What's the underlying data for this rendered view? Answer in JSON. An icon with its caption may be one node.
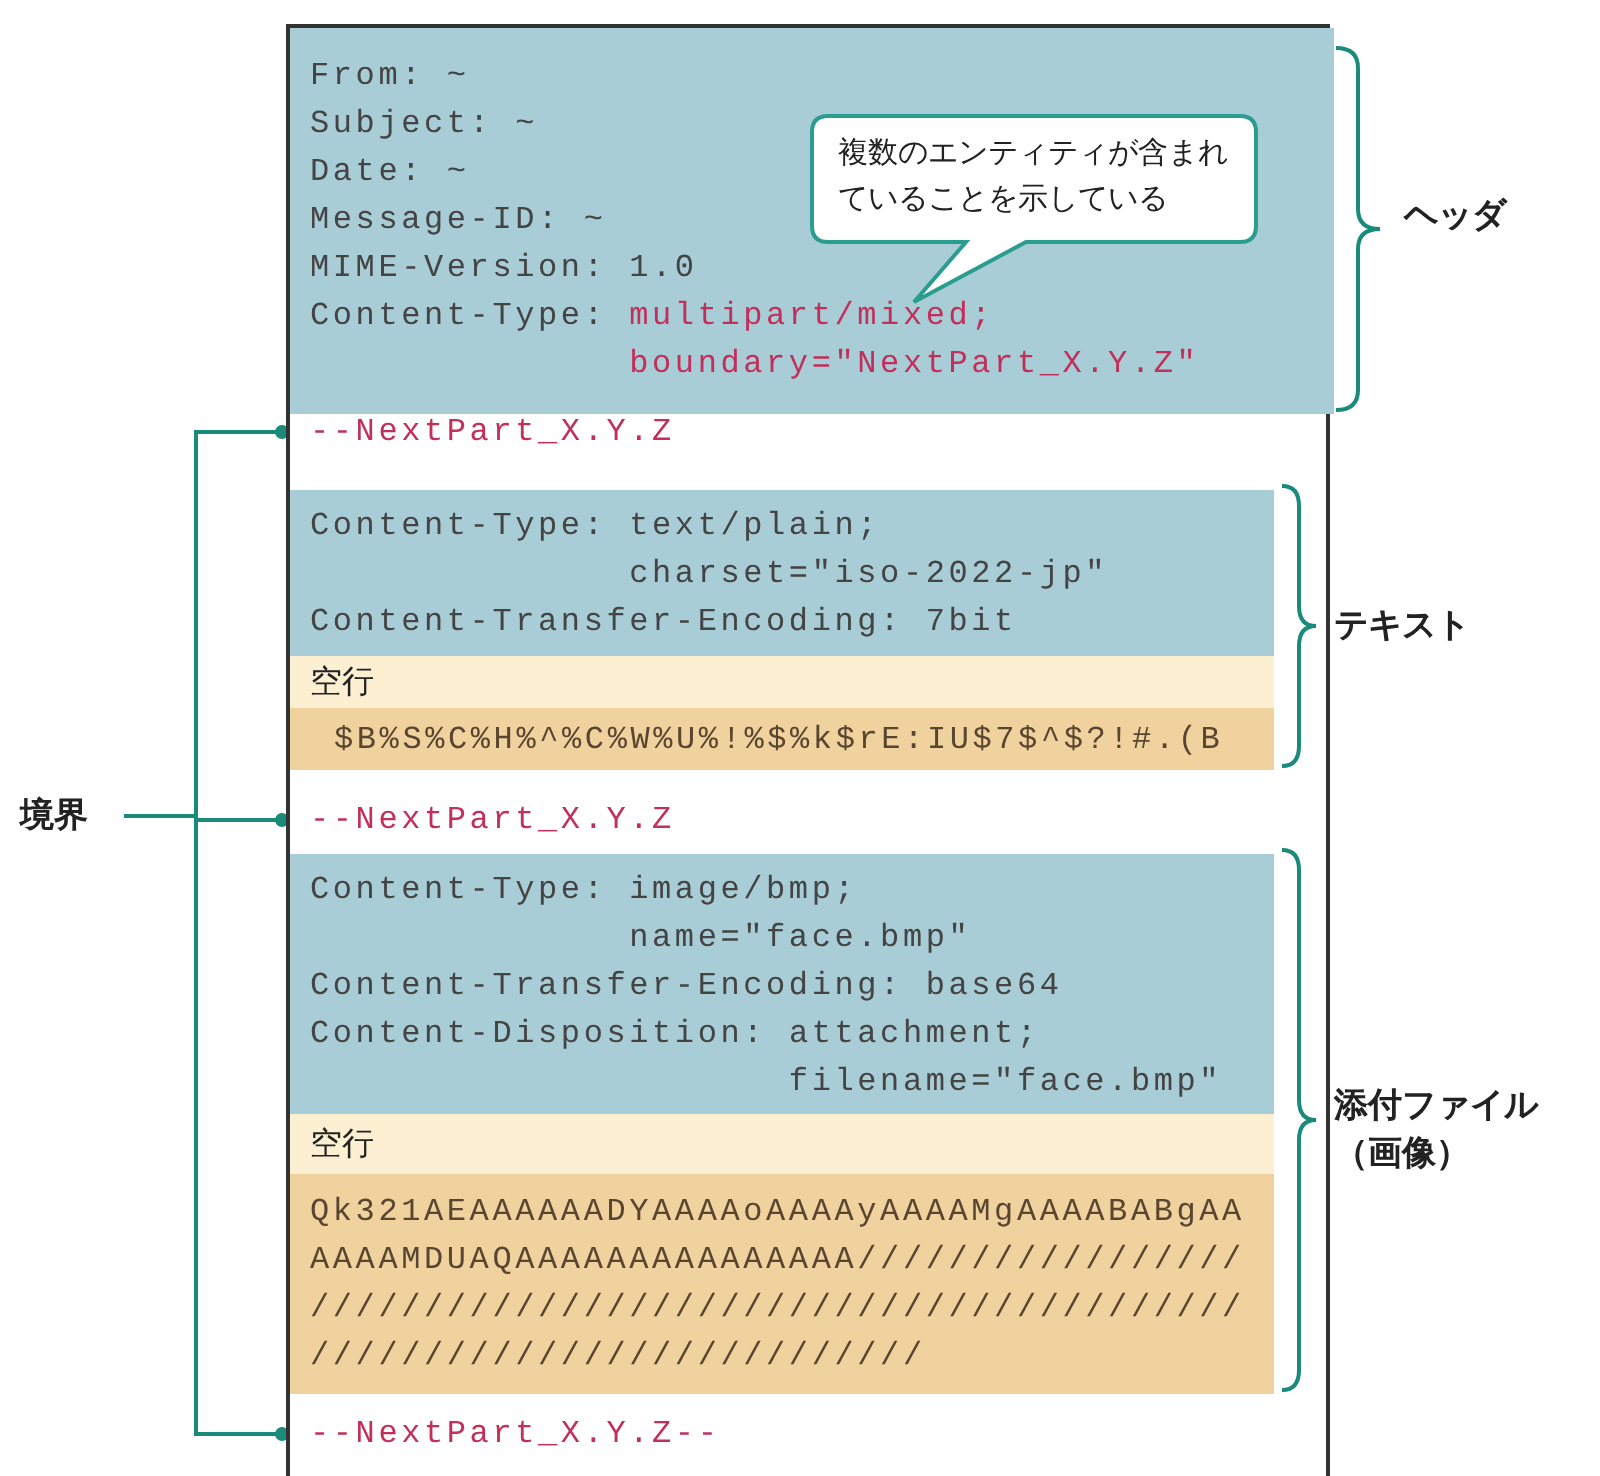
{
  "diagram": {
    "nodes": [
      {
        "text": [],
        "shape": "box"
      },
      {
        "text": [
          "From: ~",
          "Subject: ~",
          "Date: ~",
          "Message-ID: ~",
          "MIME-Version: 1.0",
          "Content-Type: multipart/mixed; boundary=\"NextPart_X.Y.Z\""
        ],
        "in": 0
      },
      {
        "text": [
          "複数のエンティティが含まれていることを示している"
        ],
        "in": 1
      },
      {
        "text": [
          "--NextPart_X.Y.Z"
        ],
        "in": 0
      },
      {
        "text": [
          "Content-Type: text/plain; charset=\"iso-2022-jp\"",
          "Content-Transfer-Encoding: 7bit"
        ],
        "in": 0
      },
      {
        "text": [
          "空行"
        ],
        "in": 0
      },
      {
        "text": [
          "$B%S%C%H%^%C%W%U%!%$%k$rE:IU$7$^$?!#.(B"
        ],
        "in": 0
      },
      {
        "text": [
          "--NextPart_X.Y.Z"
        ],
        "in": 0
      },
      {
        "text": [
          "Content-Type: image/bmp; name=\"face.bmp\"",
          "Content-Transfer-Encoding: base64",
          "Content-Disposition: attachment; filename=\"face.bmp\""
        ],
        "in": 0
      },
      {
        "text": [
          "空行"
        ],
        "in": 0
      },
      {
        "text": [
          "Qk321AEAAAAAADYAAAAoAAAAyAAAAMgAAAABABgAAAAAAMDUAQAAAAAAAAAAAAAAA/////////////////////////////////////////////////////////////////////////////////////"
        ],
        "in": 0
      },
      {
        "text": [
          "--NextPart_X.Y.Z--"
        ],
        "in": 0
      },
      {
        "text": [
          "境界"
        ]
      }
    ],
    "edges": [
      {
        "from": 12,
        "to": 3,
        "arrow": "other"
      },
      {
        "from": 12,
        "to": 7,
        "arrow": "other"
      },
      {
        "from": 12,
        "to": 11,
        "arrow": "other"
      }
    ],
    "labels": [
      "ヘッダ",
      "テキスト",
      "添付ファイル（画像）"
    ]
  }
}
